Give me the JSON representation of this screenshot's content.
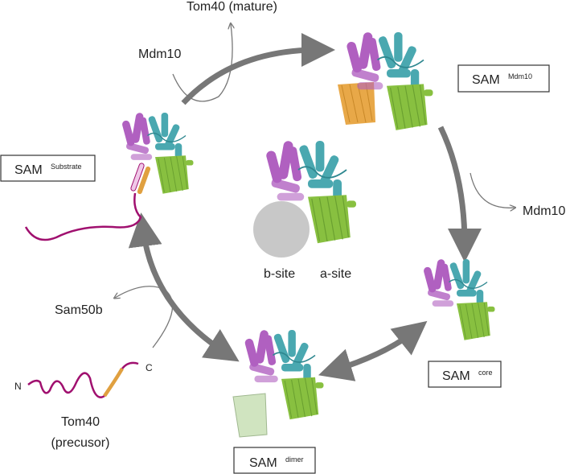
{
  "labels": {
    "tom40_mature": "Tom40 (mature)",
    "mdm10_top": "Mdm10",
    "mdm10_right": "Mdm10",
    "sam50b": "Sam50b",
    "b_site": "b-site",
    "a_site": "a-site",
    "n_term": "N",
    "c_term": "C",
    "tom40_precursor_line1": "Tom40",
    "tom40_precursor_line2": "(precusor)"
  },
  "states": {
    "substrate": {
      "main": "SAM",
      "sup": "Substrate"
    },
    "mdm10": {
      "main": "SAM",
      "sup": "Mdm10"
    },
    "core": {
      "main": "SAM",
      "sup": "core"
    },
    "dimer": {
      "main": "SAM",
      "sup": "dimer"
    }
  },
  "colors": {
    "sam35": "#b060c0",
    "sam37": "#4aa8b0",
    "sam50": "#88c040",
    "mdm10": "#e8a848",
    "sam50b": "#d0e4c0",
    "precursor": "#a0106f",
    "signal": "#e0a040",
    "arrow": "#777777",
    "site": "#c8c8c8"
  }
}
